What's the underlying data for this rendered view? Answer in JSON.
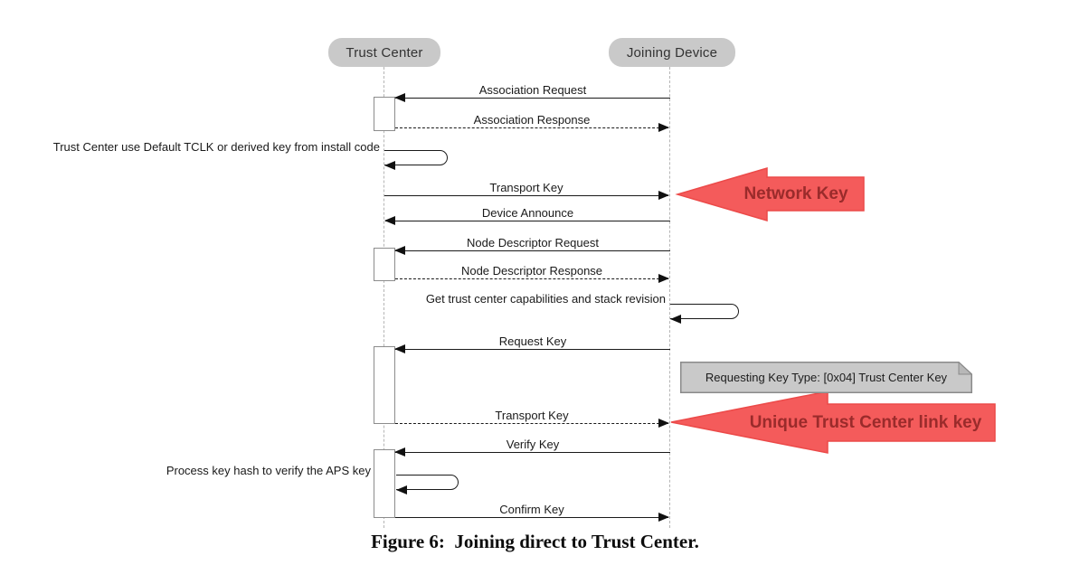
{
  "diagram": {
    "actors": [
      {
        "id": "trust-center",
        "label": "Trust Center"
      },
      {
        "id": "joining-device",
        "label": "Joining Device"
      }
    ],
    "messages": [
      {
        "label": "Association Request",
        "type": "solid",
        "direction": "to-trust-center"
      },
      {
        "label": "Association Response",
        "type": "dashed",
        "direction": "to-joining-device"
      },
      {
        "label": "Trust Center use Default TCLK or derived key from install code",
        "type": "self",
        "lifeline": "trust-center"
      },
      {
        "label": "Transport Key",
        "type": "solid",
        "direction": "to-joining-device"
      },
      {
        "label": "Device Announce",
        "type": "solid",
        "direction": "to-trust-center"
      },
      {
        "label": "Node Descriptor Request",
        "type": "solid",
        "direction": "to-trust-center"
      },
      {
        "label": "Node Descriptor Response",
        "type": "dashed",
        "direction": "to-joining-device"
      },
      {
        "label": "Get trust center capabilities and stack revision",
        "type": "self",
        "lifeline": "joining-device"
      },
      {
        "label": "Request Key",
        "type": "solid",
        "direction": "to-trust-center"
      },
      {
        "label": "Transport Key",
        "type": "dashed",
        "direction": "to-joining-device"
      },
      {
        "label": "Verify Key",
        "type": "solid",
        "direction": "to-trust-center"
      },
      {
        "label": "Process key hash to verify the APS key",
        "type": "self",
        "lifeline": "trust-center"
      },
      {
        "label": "Confirm Key",
        "type": "solid",
        "direction": "to-joining-device"
      }
    ],
    "note": {
      "text": "Requesting Key Type: [0x04] Trust Center Key"
    },
    "annotations": [
      {
        "label": "Network Key",
        "fill": "#f45b5b",
        "stroke": "#ec4a49",
        "text_color": "#9a2b2b"
      },
      {
        "label": "Unique Trust Center link key",
        "fill": "#f45b5b",
        "stroke": "#ec4a49",
        "text_color": "#9a2b2b"
      }
    ],
    "caption": "Figure 6:  Joining direct to Trust Center.",
    "colors": {
      "actor_bg": "#c9c9c9",
      "note_bg": "#c9c9c9",
      "message_line": "#1a1a1a",
      "lifeline": "#b5b5b5"
    }
  }
}
